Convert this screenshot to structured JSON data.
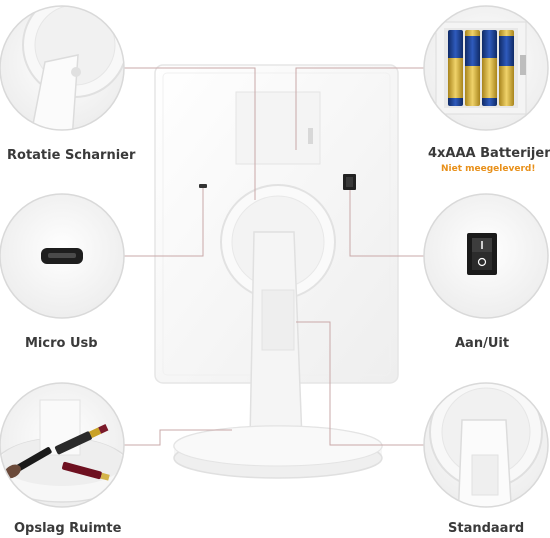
{
  "features": {
    "rotation_hinge": "Rotatie Scharnier",
    "battery": "4xAAA Batterijen",
    "battery_note": "Niet meegeleverd!",
    "micro_usb": "Micro Usb",
    "power_switch": "Aan/Uit",
    "storage": "Opslag Ruimte",
    "stand": "Standaard"
  },
  "colors": {
    "circle_border": "#d9d9d9",
    "callout_line": "#c9a8a8",
    "mirror_body": "#f7f7f7",
    "label_text": "#3a3a3a",
    "note_text": "#e8901a",
    "battery_blue": "#1c3f8a",
    "battery_gold": "#c9a227"
  },
  "icons": {
    "battery": "battery-icon",
    "usb_port": "micro-usb-port-icon",
    "switch": "power-switch-icon",
    "hinge": "rotation-hinge-icon",
    "stand": "stand-icon",
    "storage": "makeup-storage-icon"
  }
}
